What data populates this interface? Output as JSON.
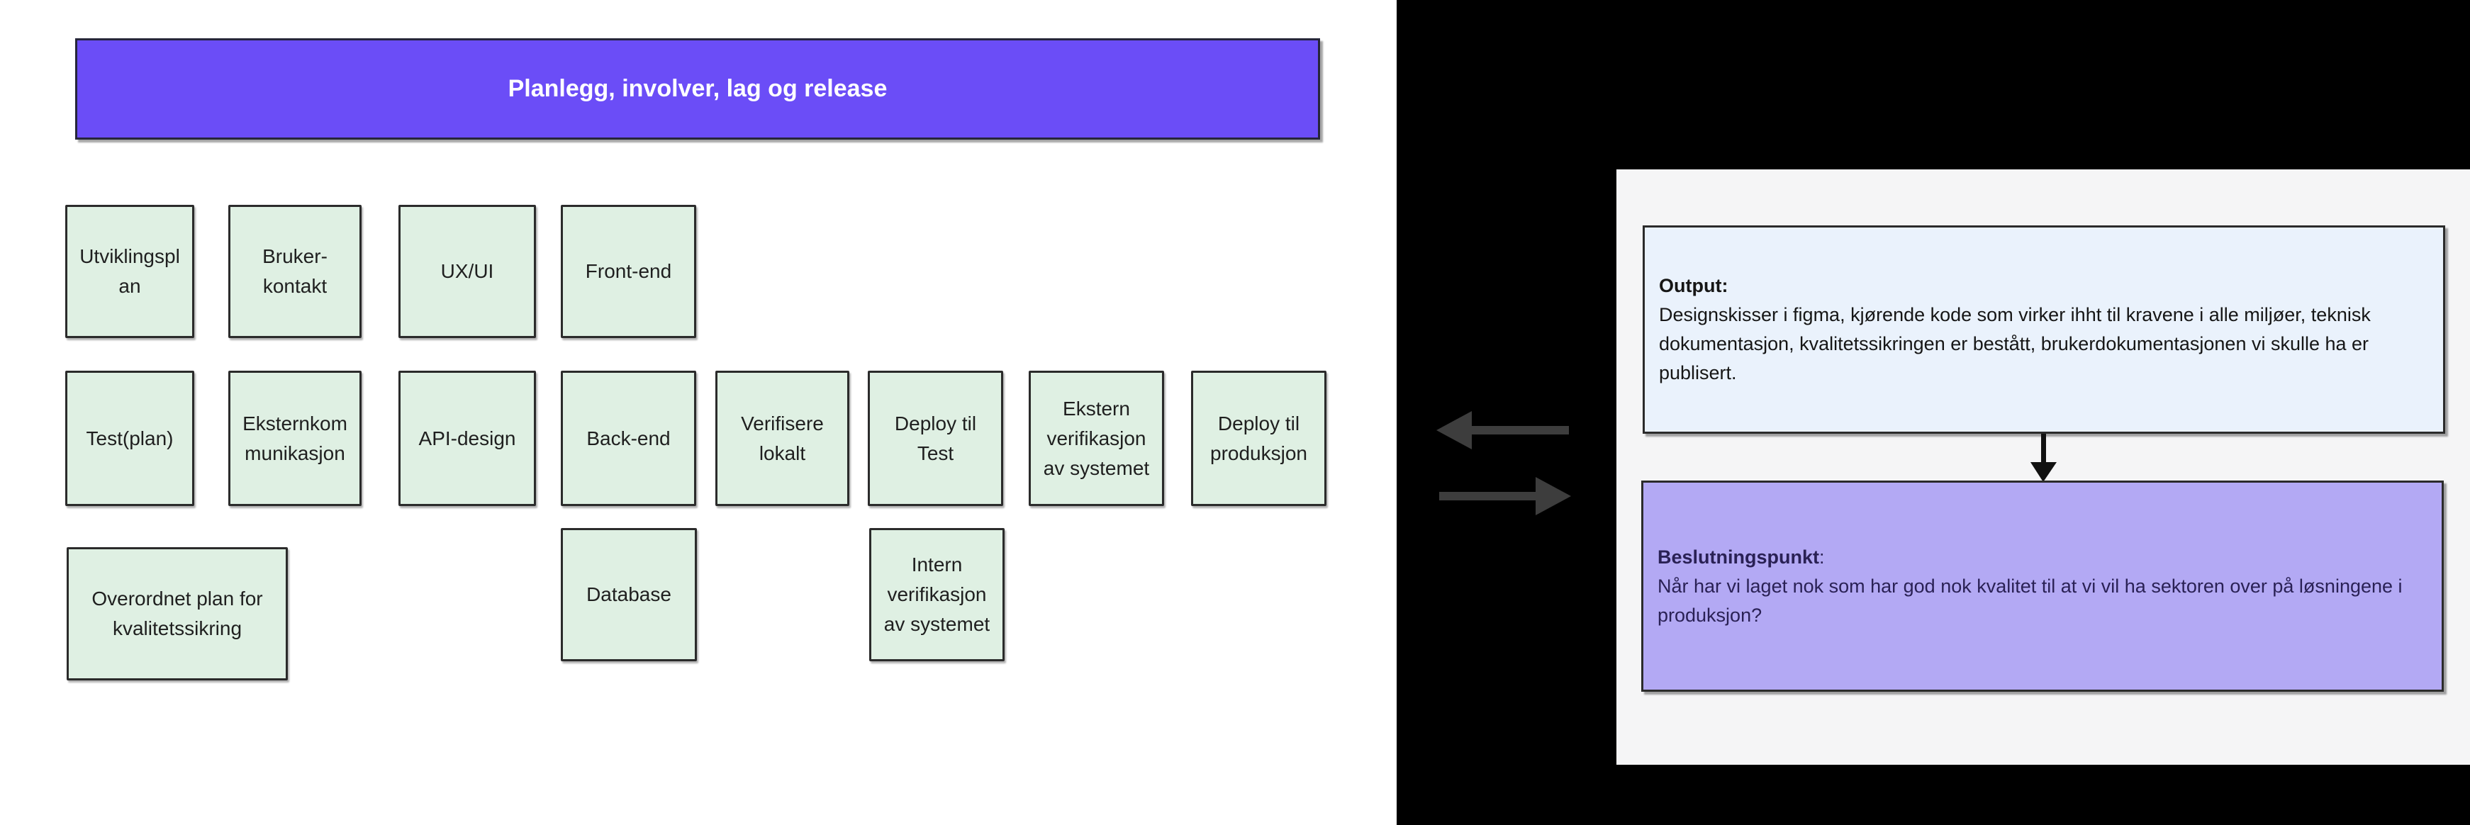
{
  "canvas": {
    "header": {
      "label": "Planlegg, involver, lag og release"
    },
    "nodes": [
      {
        "id": "utviklingsplan",
        "label": "Utviklingspl\nan"
      },
      {
        "id": "bruker-kontakt",
        "label": "Bruker-\nkontakt"
      },
      {
        "id": "ux-ui",
        "label": "UX/UI"
      },
      {
        "id": "front-end",
        "label": "Front-end"
      },
      {
        "id": "test-plan",
        "label": "Test(plan)"
      },
      {
        "id": "eksternkommunikasjon",
        "label": "Eksternkom\nmunikasjon"
      },
      {
        "id": "api-design",
        "label": "API-design"
      },
      {
        "id": "back-end",
        "label": "Back-end"
      },
      {
        "id": "verifisere-lokalt",
        "label": "Verifisere\nlokalt"
      },
      {
        "id": "deploy-til-test",
        "label": "Deploy til\nTest"
      },
      {
        "id": "ekstern-verifikasjon",
        "label": "Ekstern\nverifikasjon\nav systemet"
      },
      {
        "id": "deploy-til-produksjon",
        "label": "Deploy til\nproduksjon"
      },
      {
        "id": "overordnet-plan",
        "label": "Overordnet plan for\nkvalitetssikring"
      },
      {
        "id": "database",
        "label": "Database"
      },
      {
        "id": "intern-verifikasjon",
        "label": "Intern\nverifikasjon\nav systemet"
      }
    ]
  },
  "panel": {
    "output": {
      "title": "Output:",
      "body": "Designskisser i figma, kjørende kode som virker ihht til kravene i alle miljøer, teknisk dokumentasjon, kvalitetssikringen er bestått, brukerdokumentasjonen vi skulle ha er publisert."
    },
    "decision": {
      "title": "Beslutningspunkt",
      "colon": ":",
      "body": "Når har vi laget nok som har god nok kvalitet til at vi vil ha sektoren over på løsningene i produksjon?"
    }
  },
  "icons": {
    "arrow_left": "arrow-left-icon",
    "arrow_right": "arrow-right-icon",
    "arrow_down": "arrow-down-icon"
  },
  "colors": {
    "header_fill": "#6b4df7",
    "header_text": "#ffffff",
    "node_fill": "#dff0e3",
    "node_border": "#2b2b2b",
    "node_text": "#1f1f1f",
    "output_fill": "#eaf2fc",
    "output_text": "#161616",
    "decision_fill": "#b3a9f4",
    "decision_text": "#2a2155",
    "panel_bg": "#f5f5f6",
    "background_left": "#ffffff",
    "background_right": "#000000",
    "arrow_gray": "#3d3d3d",
    "arrow_down": "#111111"
  }
}
